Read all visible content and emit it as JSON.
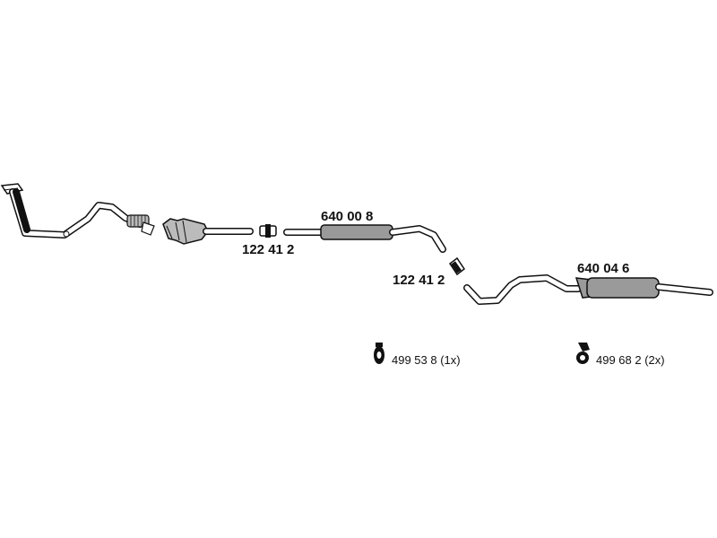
{
  "parts": {
    "front_pipe_clamp": "122 41 2",
    "center_silencer": "640 00 8",
    "rear_pipe_clamp": "122 41 2",
    "rear_silencer": "640 04 6"
  },
  "mountings": [
    {
      "code": "499 53 8 (1x)",
      "icon": "rubber-hanger-icon"
    },
    {
      "code": "499 68 2 (2x)",
      "icon": "rubber-mount-icon"
    }
  ],
  "colors": {
    "line": "#111111",
    "body": "#9a9a9a",
    "background": "#ffffff"
  }
}
